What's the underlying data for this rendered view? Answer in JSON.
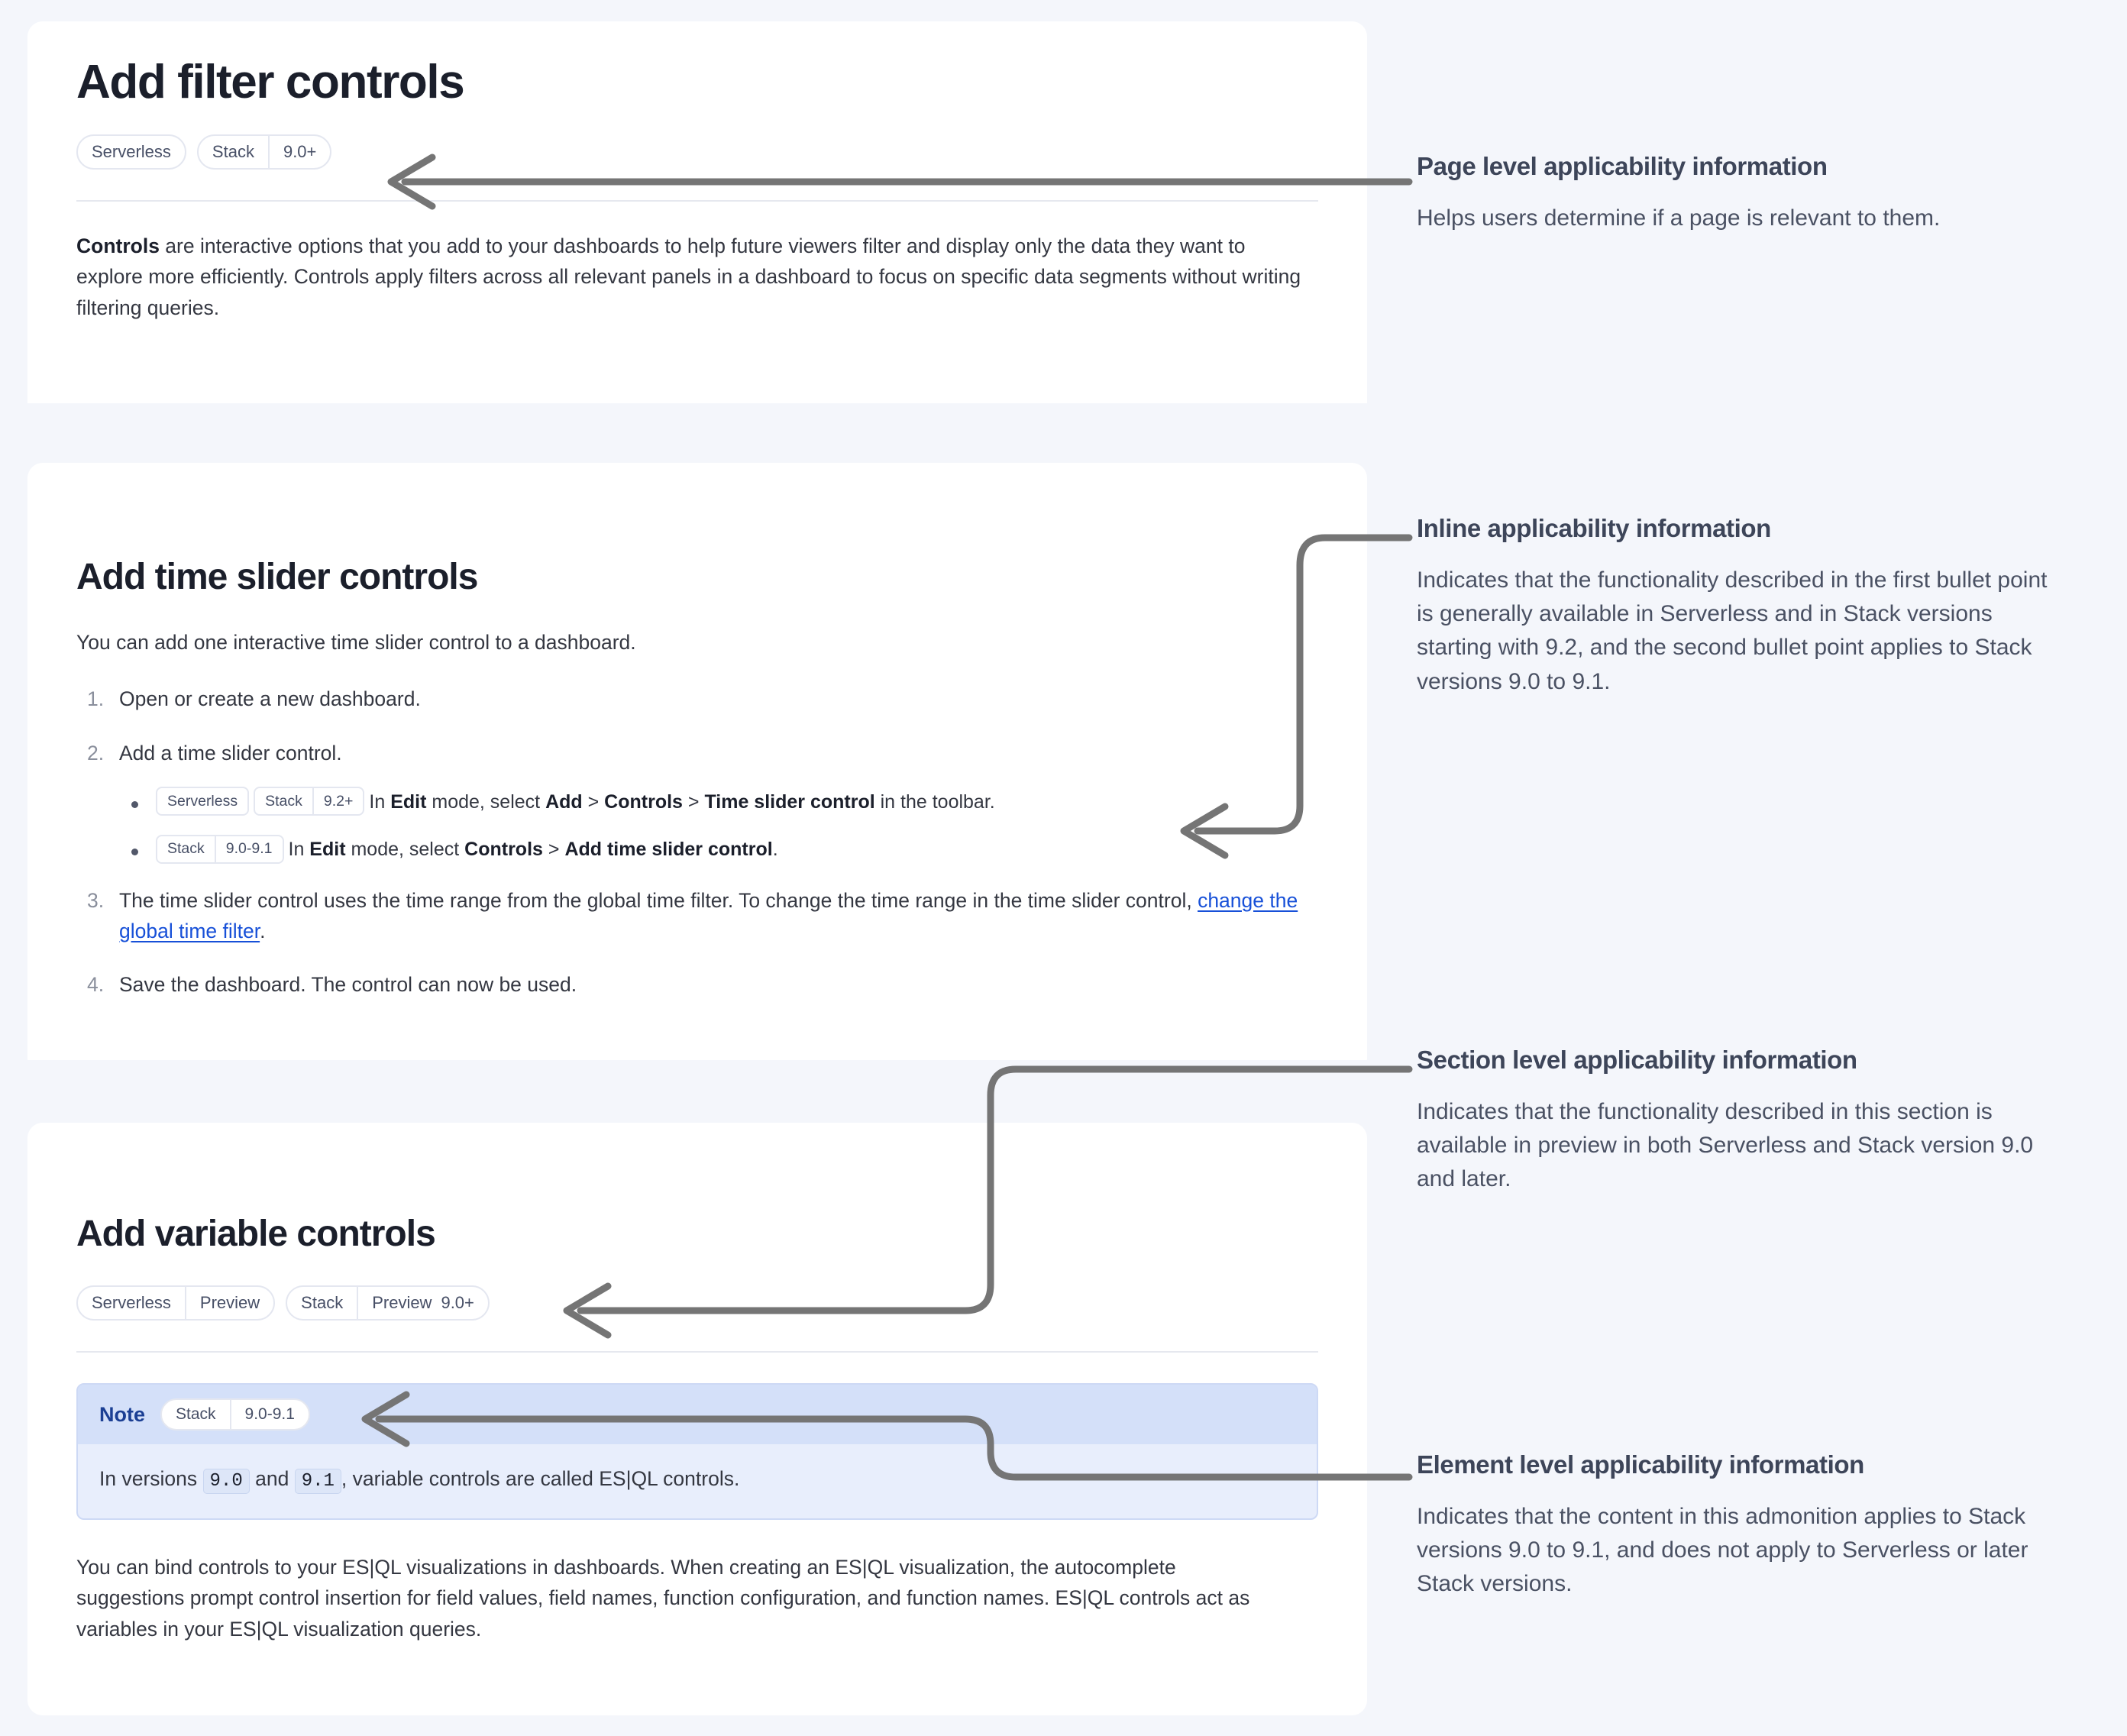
{
  "doc": {
    "page_title": "Add filter controls",
    "page_badges": [
      {
        "segments": [
          {
            "label": "Serverless"
          }
        ]
      },
      {
        "segments": [
          {
            "label": "Stack"
          },
          {
            "label": "",
            "version": "9.0+"
          }
        ]
      }
    ],
    "intro_lead": "Controls",
    "intro_rest": " are interactive options that you add to your dashboards to help future viewers filter and display only the data they want to explore more efficiently. Controls apply filters across all relevant panels in a dashboard to focus on specific data segments without writing filtering queries.",
    "section_time_slider": {
      "heading": "Add time slider controls",
      "intro": "You can add one interactive time slider control to a dashboard.",
      "steps": [
        {
          "text": "Open or create a new dashboard."
        },
        {
          "text": "Add a time slider control.",
          "subs": [
            {
              "badges": [
                {
                  "segments": [
                    {
                      "label": "Serverless"
                    }
                  ]
                },
                {
                  "segments": [
                    {
                      "label": "Stack"
                    },
                    {
                      "label": "",
                      "version": "9.2+"
                    }
                  ]
                }
              ],
              "parts": [
                {
                  "t": "In ",
                  "b": false
                },
                {
                  "t": "Edit",
                  "b": true
                },
                {
                  "t": " mode, select ",
                  "b": false
                },
                {
                  "t": "Add",
                  "b": true
                },
                {
                  "t": " > ",
                  "b": false
                },
                {
                  "t": "Controls",
                  "b": true
                },
                {
                  "t": " > ",
                  "b": false
                },
                {
                  "t": "Time slider control",
                  "b": true
                },
                {
                  "t": " in the toolbar.",
                  "b": false
                }
              ]
            },
            {
              "badges": [
                {
                  "segments": [
                    {
                      "label": "Stack"
                    },
                    {
                      "label": "",
                      "version": "9.0-9.1"
                    }
                  ]
                }
              ],
              "parts": [
                {
                  "t": "In ",
                  "b": false
                },
                {
                  "t": "Edit",
                  "b": true
                },
                {
                  "t": " mode, select ",
                  "b": false
                },
                {
                  "t": "Controls",
                  "b": true
                },
                {
                  "t": " > ",
                  "b": false
                },
                {
                  "t": "Add time slider control",
                  "b": true
                },
                {
                  "t": ".",
                  "b": false
                }
              ]
            }
          ]
        },
        {
          "text_before": "The time slider control uses the time range from the global time filter. To change the time range in the time slider control, ",
          "link": "change the global time filter",
          "text_after": "."
        },
        {
          "text": "Save the dashboard. The control can now be used."
        }
      ]
    },
    "section_variable": {
      "heading": "Add variable controls",
      "badges": [
        {
          "segments": [
            {
              "label": "Serverless"
            },
            {
              "label": "Preview"
            }
          ]
        },
        {
          "segments": [
            {
              "label": "Stack"
            },
            {
              "label": "Preview",
              "version": "9.0+"
            }
          ]
        }
      ],
      "note": {
        "label": "Note",
        "badge": {
          "segments": [
            {
              "label": "Stack"
            },
            {
              "label": "",
              "version": "9.0-9.1"
            }
          ]
        },
        "body_before": "In versions ",
        "code_1": "9.0",
        "body_mid": " and ",
        "code_2": "9.1",
        "body_after": ", variable controls are called ES|QL controls."
      },
      "paragraph": "You can bind controls to your ES|QL visualizations in dashboards. When creating an ES|QL visualization, the autocomplete suggestions prompt control insertion for field values, field names, function configuration, and function names. ES|QL controls act as variables in your ES|QL visualization queries."
    }
  },
  "annotations": [
    {
      "id": "page-level",
      "title": "Page level applicability information",
      "body": "Helps users determine if a page is relevant to them."
    },
    {
      "id": "inline",
      "title": "Inline applicability information",
      "body": "Indicates that the functionality described in the first bullet point is generally available in Serverless and in Stack versions starting with 9.2, and the second bullet point applies to Stack versions 9.0 to 9.1."
    },
    {
      "id": "section-level",
      "title": "Section level applicability information",
      "body": "Indicates that the functionality described in this section is available in preview in both Serverless and Stack version 9.0 and later."
    },
    {
      "id": "element-level",
      "title": "Element level applicability information",
      "body": "Indicates that the content in this admonition applies to Stack versions 9.0 to 9.1, and does not apply to Serverless or later Stack versions."
    }
  ],
  "colors": {
    "page_background": "#f4f6fb",
    "card_background": "#ffffff",
    "connector": "#757575",
    "link": "#1750d8",
    "note_header": "#d4e0f9",
    "note_body": "#e8eefc",
    "annotation_title": "#3d4559"
  }
}
